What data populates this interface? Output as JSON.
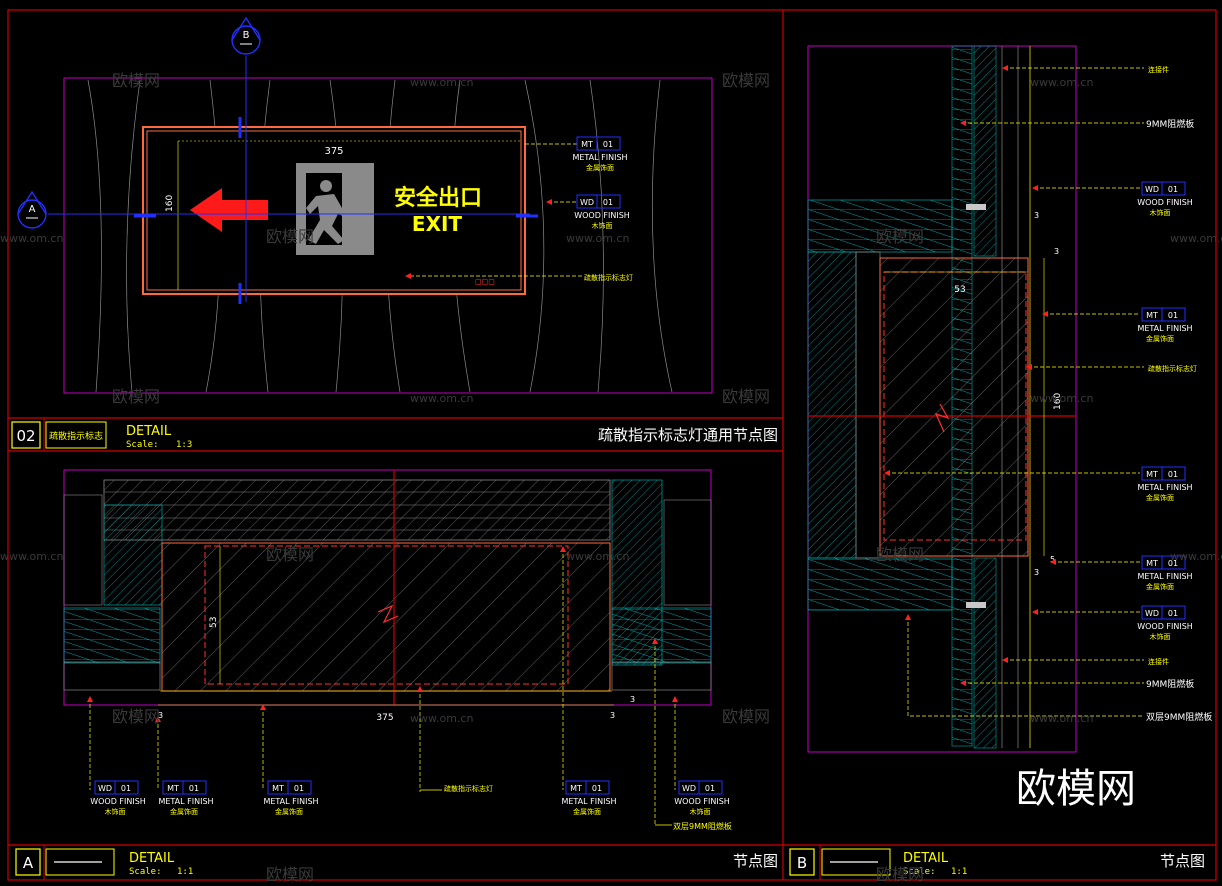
{
  "sections": {
    "top": {
      "marker_num": "02",
      "marker_label": "疏散指示标志",
      "detail": "DETAIL",
      "scale_label": "Scale:",
      "scale_value": "1:3",
      "title": "疏散指示标志灯通用节点图"
    },
    "bottom_a": {
      "marker_letter": "A",
      "detail": "DETAIL",
      "scale_label": "Scale:",
      "scale_value": "1:1",
      "title": "节点图"
    },
    "right_b": {
      "marker_letter": "B",
      "detail": "DETAIL",
      "scale_label": "Scale:",
      "scale_value": "1:1",
      "title": "节点图"
    }
  },
  "sign": {
    "text_cn": "安全出口",
    "text_en": "EXIT",
    "dim_width": "375",
    "dim_height": "160"
  },
  "section_markers": {
    "a": "A",
    "b": "B"
  },
  "tags": {
    "mt_code": "MT",
    "mt_num": "01",
    "mt_line1": "METAL FINISH",
    "mt_line2": "金属饰面",
    "wd_code": "WD",
    "wd_num": "01",
    "wd_line1": "WOOD FINISH",
    "wd_line2": "木饰面"
  },
  "notes": {
    "light": "疏散指示标志灯",
    "connector": "连接件",
    "board9": "9MM阻燃板",
    "double9": "双层9MM阻燃板"
  },
  "dims": {
    "d53": "53",
    "d375": "375",
    "d3": "3",
    "d160": "160",
    "d5": "5"
  },
  "watermark": {
    "brand": "欧模网",
    "url": "www.om.cn",
    "url_short": "www.om.cn"
  },
  "colors": {
    "frame": "#d00000",
    "magenta": "#c000c0",
    "cyan": "#00c0c0",
    "yellow": "#ffff00",
    "blue": "#2030ff",
    "arrow_red": "#ff1a1a",
    "gray": "#8a8a8a"
  }
}
